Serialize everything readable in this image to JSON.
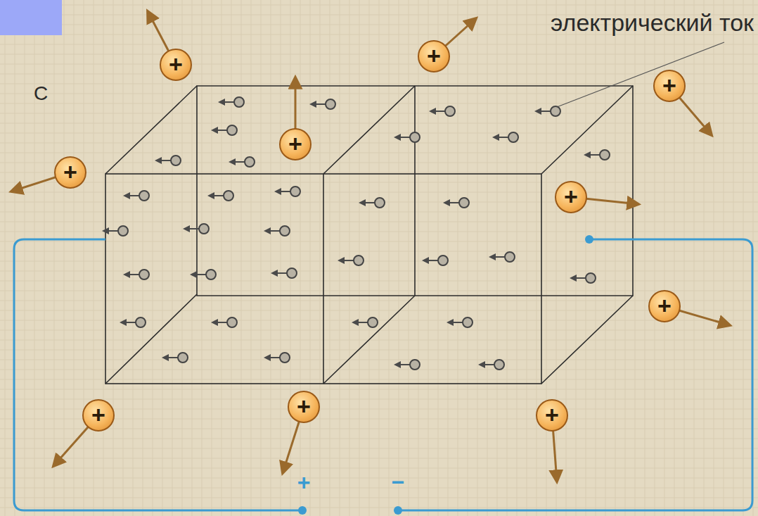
{
  "diagram": {
    "nodes": [
      {
        "text": [
          "+"
        ]
      },
      {
        "text": [
          "+"
        ]
      },
      {
        "text": [
          "+"
        ]
      },
      {
        "text": [
          "+"
        ]
      },
      {
        "text": [
          "+"
        ]
      },
      {
        "text": [
          "+"
        ]
      },
      {
        "text": [
          "+"
        ]
      },
      {
        "text": [
          "+"
        ]
      },
      {
        "text": [
          "+"
        ]
      },
      {
        "text": [
          "+"
        ]
      }
    ],
    "labels": [
      "С",
      "электрический ток",
      "+",
      "−"
    ]
  }
}
